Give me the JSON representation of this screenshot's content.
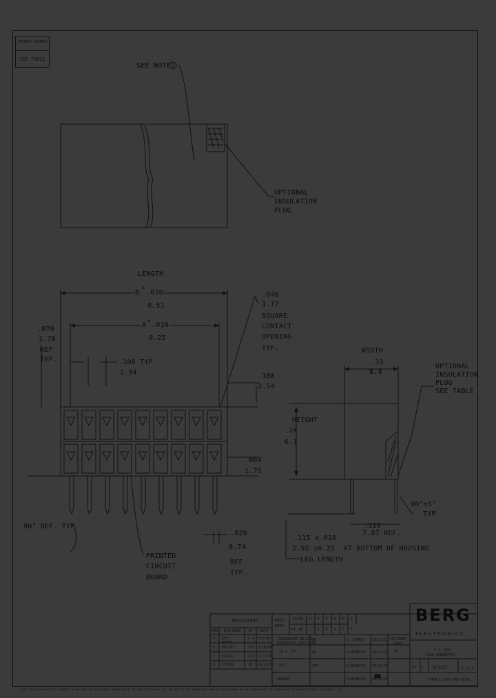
{
  "part_box": {
    "header": "PRODUCT NUMBER",
    "value": "SEE TABLE"
  },
  "top_view": {
    "see_note": "SEE NOTE",
    "note_num": "3",
    "optional_plug": [
      "OPTIONAL",
      "INSULATION",
      "PLUG"
    ]
  },
  "front_view": {
    "length": "LENGTH",
    "b_dim": "B",
    "b_tol": ".020",
    "b_metric": "0.51",
    "a_dim": "A",
    "a_tol": ".010",
    "a_metric": "0.25",
    "left_dim": ".070",
    "left_metric": "1.78",
    "left_ref": "REF",
    "left_typ": "TYP.",
    "pitch": ".100 TYP.",
    "pitch_metric": "2.54",
    "square": [
      ".046",
      "1.17",
      "SQUARE",
      "CONTACT",
      "OPENING",
      "TYP."
    ],
    "top_dim": ".100",
    "top_metric": "2.54",
    "pcb_dim": ".069",
    "pcb_metric": "1.75",
    "angle": "90° REF. TYP.",
    "pcb_label": [
      "PRINTED",
      "CIRCUIT",
      "BOARD"
    ],
    "lead": ".029",
    "lead_metric": "0.74",
    "lead_ref": "REF",
    "lead_typ": "TYP."
  },
  "side_view": {
    "width": "WIDTH",
    "width_dim": ".33",
    "width_metric": "8.4",
    "optional_plug": [
      "OPTIONAL",
      "INSULATION",
      "PLUG",
      "SEE TABLE"
    ],
    "height": "HEIGHT",
    "height_dim": ".24",
    "height_metric": "6.1",
    "ref_dim": ".310",
    "ref_metric": "7.87 REF.",
    "angle": "90°±5°",
    "angle_typ": "TYP",
    "leg": ".115 ±.010",
    "leg_metric": "2.92 ±0.25  AT BOTTOM OF HOUSING",
    "leg_label": "LEG LENGTH"
  },
  "revisions": {
    "title": "REVISIONS",
    "headers": [
      "REV",
      "ECN/DDAW",
      "BY",
      "DATE"
    ],
    "rows": [
      [
        "0",
        "REV NOTES",
        "G.R",
        "2/6/86"
      ],
      [
        "E",
        "V41101",
        "LSS",
        "8/18/94"
      ],
      [
        "F",
        "V61641",
        "LSS",
        "11/7/95"
      ],
      [
        "G",
        "V70966",
        "JM",
        "10/18/97"
      ]
    ]
  },
  "sheet_index": {
    "label": [
      "SHEET",
      "INDEX"
    ],
    "issue": "ISSUE",
    "issue_vals": [
      "G",
      "E",
      "E",
      "E",
      "E",
      "E"
    ],
    "sh_no": "SH. NO.",
    "sh_vals": [
      "1",
      "2",
      "3",
      "4",
      "5",
      "6"
    ]
  },
  "tolerances": [
    "TOLERANCES UNLESS",
    "OTHERWISE SPECIFIED",
    ".XX  ± .XX",
    ".XXX",
    "ANGLES"
  ],
  "signoff": [
    [
      "DR",
      "B. ASHREY",
      "10/12/81"
    ],
    [
      "CK",
      "D.MEDBICK",
      "10/12/81"
    ],
    [
      "APP",
      "D.MEDBICK",
      "10/12/81"
    ],
    [
      "",
      "D.MEDBICK",
      "10/12/81"
    ]
  ],
  "customer": [
    "CUSTOMER",
    "COPY"
  ],
  "title_block": {
    "logo": "BERG",
    "logo_sub": "ELECTRONICS",
    "desc1": "2 X .100",
    "desc2": "CARD CONNECTOR",
    "size": "81",
    "cage": "C",
    "dwg": "87117",
    "sheet": "1 of 5",
    "form": "FORM E-2057   REV 6/95"
  },
  "footer": "NOTE: THIS DOCUMENT IS THE PROPERTY OF AND CONTAINS PROPRIETARY INFORMATION OF THE BERG ELECTRONICS, INC. NO PART OF THE INFORMATION SHOWN ON THIS DOCUMENT MAY BE USED WITHOUT THE EXPRESS WRITTEN CONSENT OF BERG ELECTRONICS, INC."
}
